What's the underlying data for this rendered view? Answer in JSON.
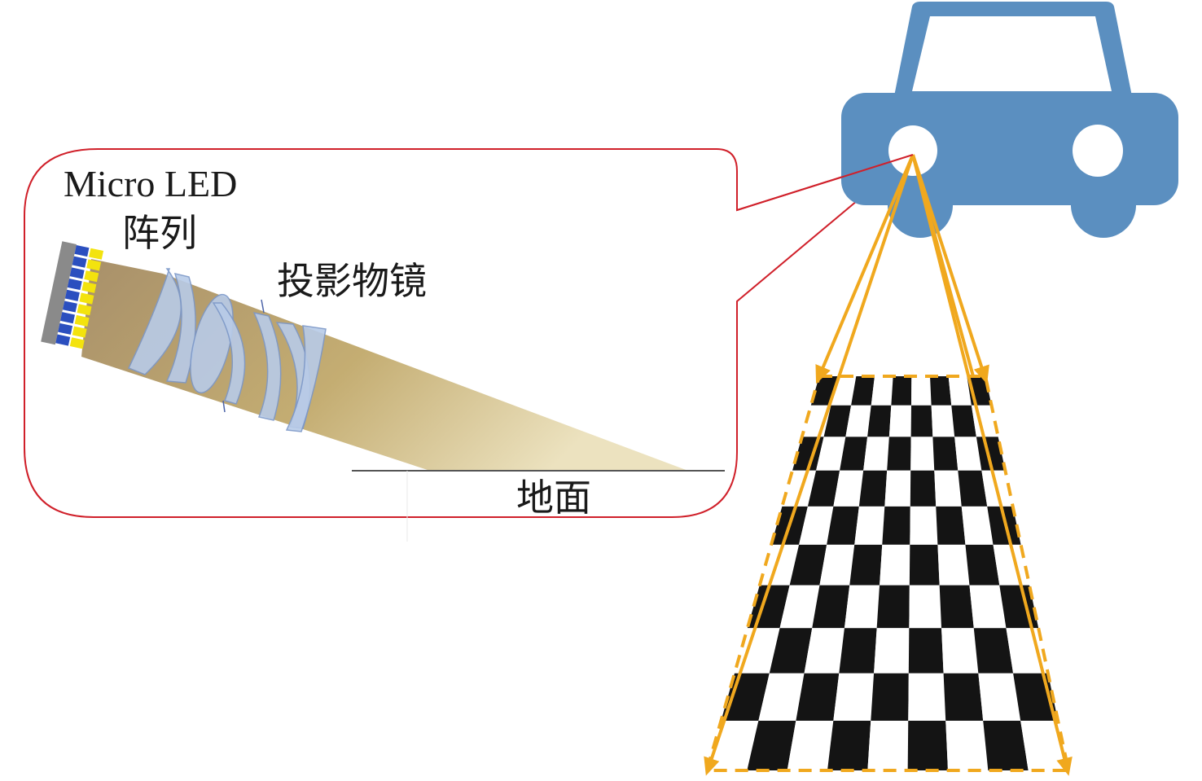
{
  "labels": {
    "micro_led": "Micro LED",
    "array": "阵列",
    "projection_lens": "投影物镜",
    "ground": "地面"
  },
  "checkerboard": {
    "rows": 10,
    "cols": 9
  },
  "colors": {
    "callout_border": "#d0202a",
    "car_body": "#5b8fc0",
    "ray": "#f0a81e",
    "beam_start": "#a8906a",
    "beam_mid": "#c4ad72",
    "beam_end": "#ece2bf",
    "lens_fill": "#b8cbe8",
    "lens_stroke": "#7d98c8",
    "checker_dark": "#141414",
    "led_blue": "#2b4fbf",
    "led_yellow": "#f3e30e"
  },
  "icons": {
    "car": "car-icon",
    "led_array": "led-array-icon",
    "lens": "lens-icon"
  }
}
